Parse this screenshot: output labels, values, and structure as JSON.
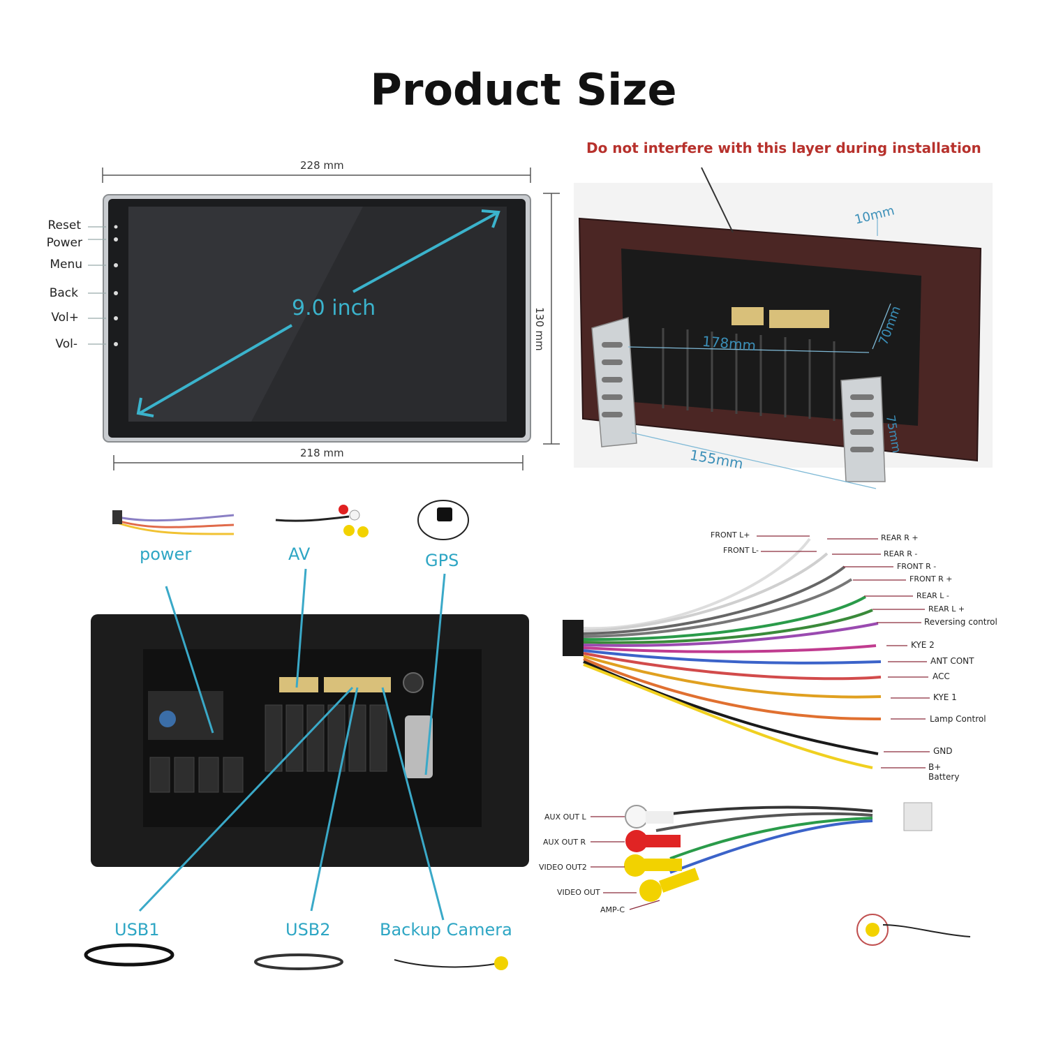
{
  "title": "Product Size",
  "front_panel": {
    "width_top": "228 mm",
    "width_bottom": "218 mm",
    "height": "130 mm",
    "screen_size": "9.0 inch",
    "buttons": [
      "Reset",
      "Power",
      "Menu",
      "Back",
      "Vol+",
      "Vol-"
    ]
  },
  "rear_panel": {
    "warning": "Do not interfere with this layer during installation",
    "dims": [
      "10mm",
      "178mm",
      "70mm",
      "155mm",
      "75mm"
    ]
  },
  "accessories_top": [
    "power",
    "AV",
    "GPS"
  ],
  "accessories_bottom": [
    "USB1",
    "USB2",
    "Backup Camera"
  ],
  "power_harness": {
    "labels": [
      "FRONT L+",
      "FRONT L-",
      "REAR R +",
      "REAR R -",
      "FRONT R -",
      "FRONT R +",
      "REAR L -",
      "REAR L +",
      "Reversing control",
      "KYE 2",
      "ANT CONT",
      "ACC",
      "KYE 1",
      "Lamp Control",
      "GND",
      "B+",
      "Battery"
    ]
  },
  "av_harness": {
    "labels": [
      "AUX OUT L",
      "AUX OUT R",
      "VIDEO OUT2",
      "VIDEO OUT",
      "AMP-C"
    ]
  },
  "colors": {
    "accent": "#2ea6c4",
    "warning": "#b7312c"
  }
}
